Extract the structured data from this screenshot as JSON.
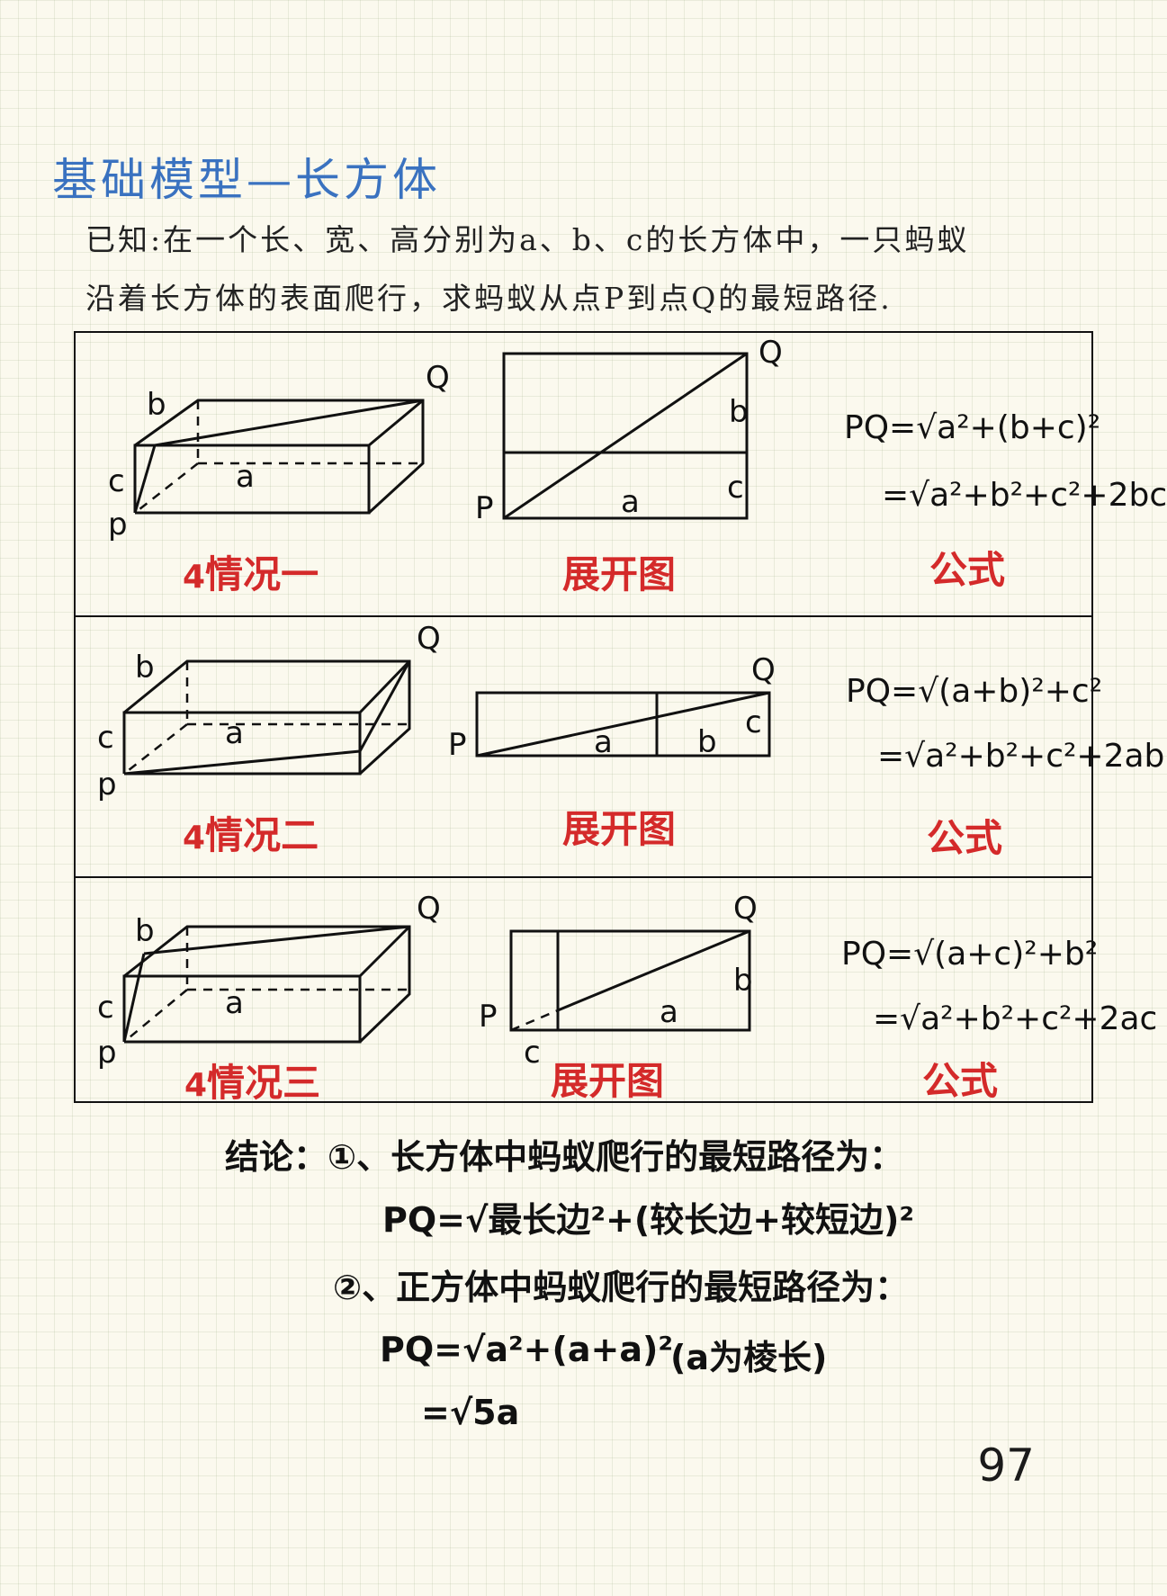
{
  "title": "基础模型—长方体",
  "problem": {
    "line1": "已知:在一个长、宽、高分别为a、b、c的长方体中，一只蚂蚁",
    "line2": "沿着长方体的表面爬行，求蚂蚁从点P到点Q的最短路径."
  },
  "cases": [
    {
      "case_label": "情况一",
      "net_label": "展开图",
      "formula_label": "公式",
      "formula1": "PQ=√a²+(b+c)²",
      "formula2": "=√a²+b²+c²+2bc"
    },
    {
      "case_label": "情况二",
      "net_label": "展开图",
      "formula_label": "公式",
      "formula1": "PQ=√(a+b)²+c²",
      "formula2": "=√a²+b²+c²+2ab"
    },
    {
      "case_label": "情况三",
      "net_label": "展开图",
      "formula_label": "公式",
      "formula1": "PQ=√(a+c)²+b²",
      "formula2": "=√a²+b²+c²+2ac"
    }
  ],
  "letters": {
    "a": "a",
    "b": "b",
    "c": "c",
    "P": "P",
    "Q": "Q",
    "p": "p"
  },
  "conclusion": {
    "line1": "结论：①、长方体中蚂蚁爬行的最短路径为：",
    "line2": "PQ=√最长边²+(较长边+较短边)²",
    "line3": "②、正方体中蚂蚁爬行的最短路径为：",
    "line4": "PQ=√a²+(a+a)²",
    "line4_note": "(a为棱长)",
    "line5": "=√5a"
  },
  "page_number": "97",
  "colors": {
    "title": "#3a72c0",
    "case_label": "#d42a2a",
    "grid": "#c8d0b8",
    "background": "#fbf9ee"
  }
}
